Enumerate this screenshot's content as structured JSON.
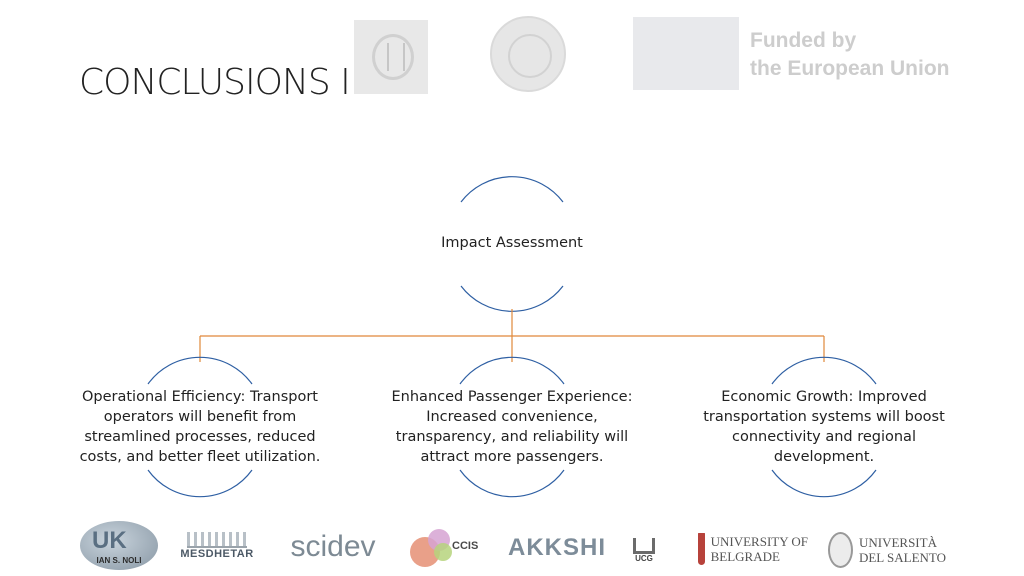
{
  "slide": {
    "title": "CONCLUSIONS I"
  },
  "header": {
    "funder_line_1": "Funded by",
    "funder_line_2": "the European Union"
  },
  "diagram": {
    "root": "Impact Assessment",
    "children": [
      "Operational Efficiency: Transport operators will benefit from streamlined processes, reduced costs, and better fleet utilization.",
      "Enhanced Passenger Experience: Increased convenience, transparency, and reliability will attract more passengers.",
      "Economic Growth: Improved transportation systems will boost connectivity and regional development."
    ],
    "colors": {
      "arc": "#2e5fa3",
      "connector": "#e0883a"
    }
  },
  "partners": {
    "uk_mark": "UK",
    "uk_name": "IAN S. NOLI",
    "mesdhetar": "MESDHETAR",
    "scidev": "scidev",
    "ccis": "CCIS",
    "akkshi": "AKKSHI",
    "ucg": "UCG",
    "belgrade_line_1": "UNIVERSITY OF",
    "belgrade_line_2": "BELGRADE",
    "salento_line_1": "UNIVERSITÀ",
    "salento_line_2": "DEL SALENTO"
  }
}
